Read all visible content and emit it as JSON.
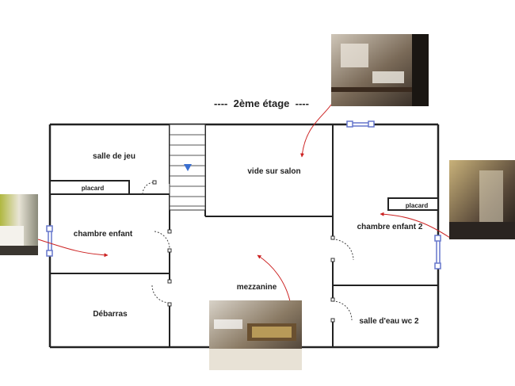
{
  "floor_title": "----  2ème étage  ----",
  "rooms": {
    "salle_de_jeu": "salle de jeu",
    "placard_left": "placard",
    "chambre_enfant": "chambre enfant",
    "debarras": "Débarras",
    "vide_sur_salon": "vide sur salon",
    "mezzanine": "mezzanine",
    "placard_right": "placard",
    "chambre_enfant_2": "chambre enfant 2",
    "salle_deau_wc_2": "salle d'eau wc 2"
  },
  "colors": {
    "wall": "#222222",
    "arrow": "#cc2222",
    "window": "#6677cc",
    "stair_arrow": "#3a6fd0"
  },
  "icons": {
    "stair_direction": "triangle-down-icon"
  }
}
